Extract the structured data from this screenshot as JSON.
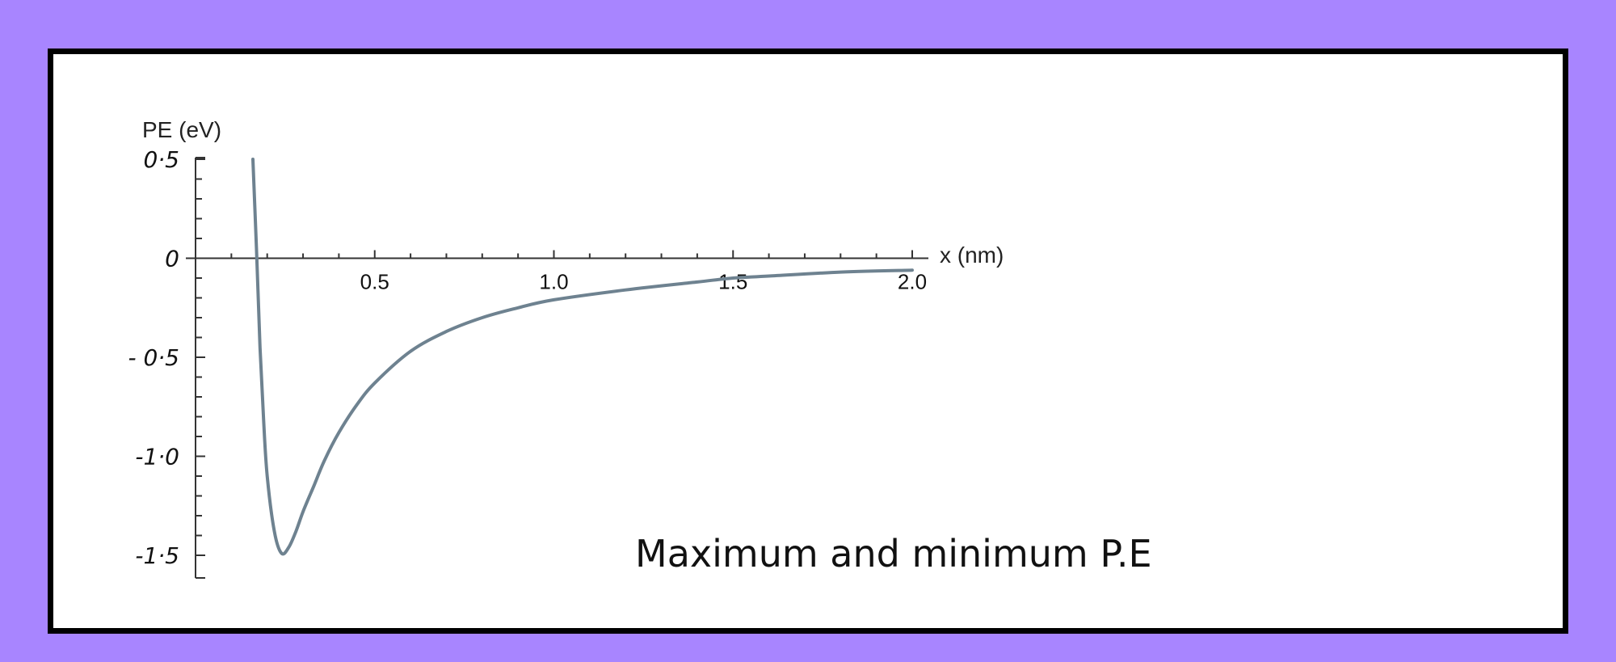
{
  "caption": "Maximum and minimum P.E",
  "colors": {
    "background": "#a885ff",
    "frame_border": "#000000",
    "panel": "#ffffff",
    "curve": "#6e8290"
  },
  "chart_data": {
    "type": "line",
    "title": "",
    "xlabel": "x (nm)",
    "ylabel": "PE (eV)",
    "xlim": [
      0,
      2.0
    ],
    "ylim": [
      -1.5,
      0.5
    ],
    "x_ticks": [
      0.5,
      1.0,
      1.5,
      2.0
    ],
    "x_tick_labels": [
      "0.5",
      "1.0",
      "1.5",
      "2.0"
    ],
    "y_ticks": [
      0.5,
      0,
      -0.5,
      -1.0,
      -1.5
    ],
    "y_tick_labels": [
      "0·5",
      "0",
      "- 0·5",
      "-1·0",
      "-1·5"
    ],
    "grid": false,
    "series": [
      {
        "x": [
          0.16,
          0.17,
          0.18,
          0.19,
          0.2,
          0.22,
          0.24,
          0.26,
          0.28,
          0.3,
          0.33,
          0.36,
          0.4,
          0.45,
          0.5,
          0.6,
          0.7,
          0.8,
          0.9,
          1.0,
          1.2,
          1.4,
          1.5,
          1.6,
          1.8,
          2.0
        ],
        "y": [
          0.5,
          0.05,
          -0.45,
          -0.82,
          -1.1,
          -1.38,
          -1.49,
          -1.46,
          -1.38,
          -1.28,
          -1.15,
          -1.02,
          -0.88,
          -0.74,
          -0.63,
          -0.47,
          -0.37,
          -0.3,
          -0.25,
          -0.21,
          -0.16,
          -0.12,
          -0.1,
          -0.09,
          -0.07,
          -0.06
        ]
      }
    ]
  }
}
